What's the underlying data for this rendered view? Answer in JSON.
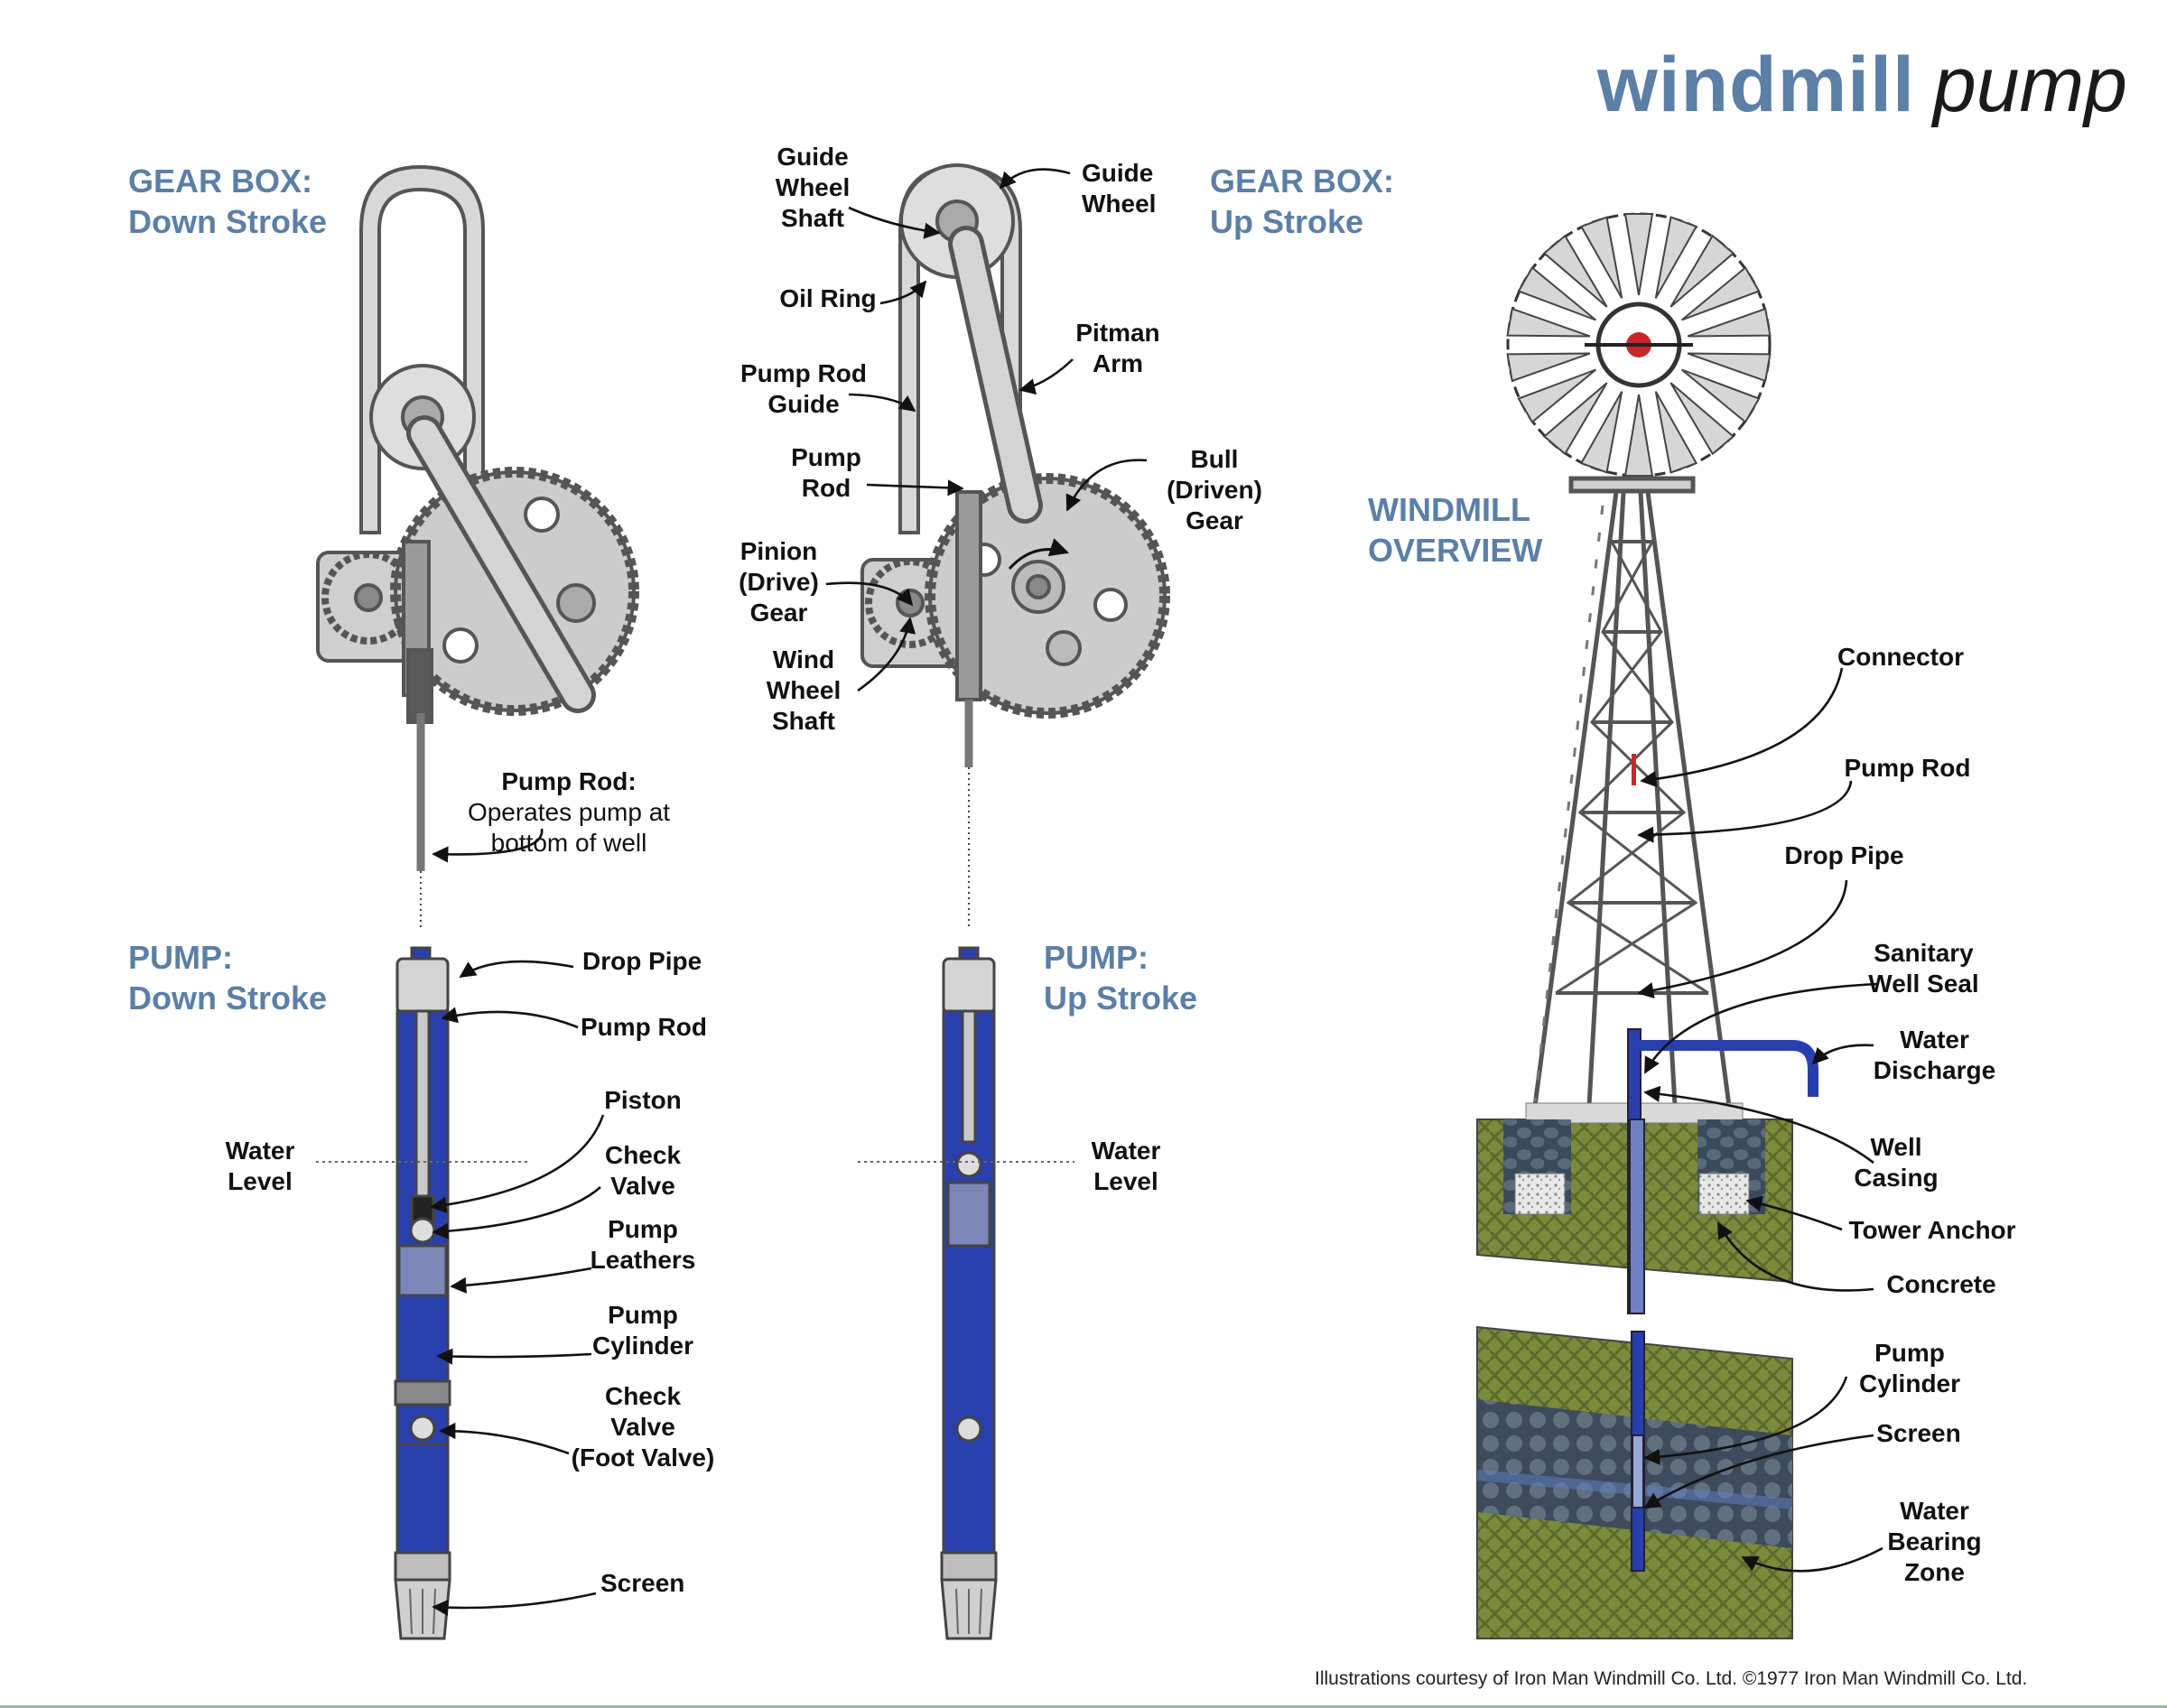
{
  "title": {
    "word1": "windmill",
    "word2": "pump"
  },
  "sections": {
    "gear_down": {
      "line1": "GEAR BOX:",
      "line2": "Down Stroke"
    },
    "gear_up": {
      "line1": "GEAR BOX:",
      "line2": "Up Stroke"
    },
    "pump_down": {
      "line1": "PUMP:",
      "line2": "Down Stroke"
    },
    "pump_up": {
      "line1": "PUMP:",
      "line2": "Up Stroke"
    },
    "overview": {
      "line1": "WINDMILL",
      "line2": "OVERVIEW"
    }
  },
  "labels": {
    "guide_wheel_shaft": "Guide\nWheel\nShaft",
    "guide_wheel": "Guide\nWheel",
    "oil_ring": "Oil Ring",
    "pitman_arm": "Pitman\nArm",
    "pump_rod_guide": "Pump Rod\nGuide",
    "pump_rod_gear": "Pump\nRod",
    "bull_gear": "Bull\n(Driven)\nGear",
    "pinion_gear": "Pinion\n(Drive)\nGear",
    "wind_wheel_shaft": "Wind\nWheel\nShaft",
    "pump_rod_note_title": "Pump Rod:",
    "pump_rod_note_text": "Operates pump at\nbottom of well",
    "drop_pipe": "Drop Pipe",
    "pump_rod": "Pump Rod",
    "piston": "Piston",
    "check_valve": "Check\nValve",
    "pump_leathers": "Pump\nLeathers",
    "pump_cylinder": "Pump\nCylinder",
    "foot_valve": "Check\nValve\n(Foot Valve)",
    "screen": "Screen",
    "water_level_left": "Water\nLevel",
    "water_level_right": "Water\nLevel",
    "connector": "Connector",
    "ov_pump_rod": "Pump Rod",
    "ov_drop_pipe": "Drop Pipe",
    "sanitary_seal": "Sanitary\nWell Seal",
    "water_discharge": "Water\nDischarge",
    "well_casing": "Well\nCasing",
    "tower_anchor": "Tower Anchor",
    "concrete": "Concrete",
    "ov_pump_cylinder": "Pump\nCylinder",
    "ov_screen": "Screen",
    "water_bearing": "Water\nBearing\nZone"
  },
  "credit": "Illustrations courtesy of Iron Man Windmill Co. Ltd. ©1977 Iron Man Windmill Co. Ltd.",
  "colors": {
    "heading": "#5b7fa6",
    "brand": "#5b7fa6",
    "water": "#2a3fae",
    "metal": "#c9c9c9",
    "soil": "#7c8a3c",
    "gravel": "#3b4a5a",
    "accent_red": "#c8282c"
  }
}
